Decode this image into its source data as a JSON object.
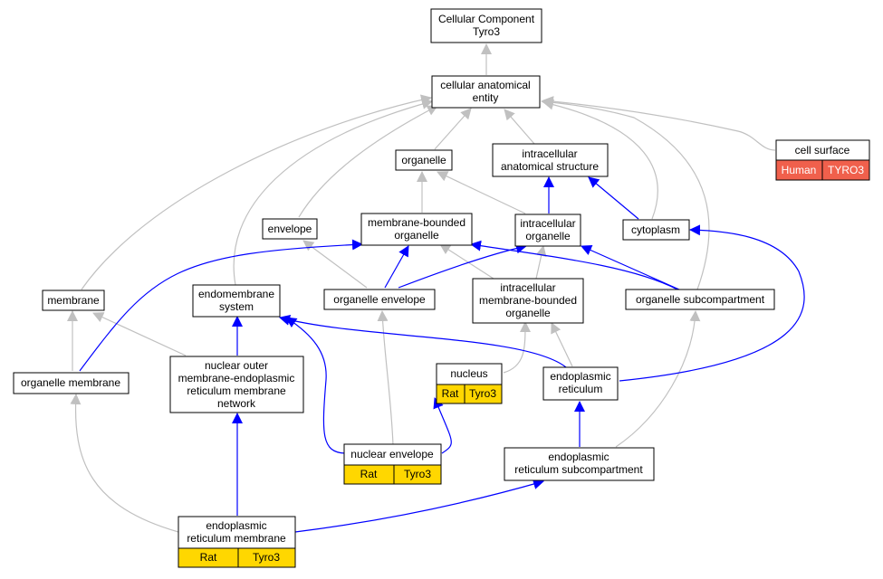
{
  "title": "Cellular Component Tyro3",
  "colors": {
    "grey_edge": "#c0c0c0",
    "blue_edge": "#0000ff",
    "human_tag": "#f0604c",
    "rat_tag": "#ffd700",
    "node_border": "#000000",
    "node_fill": "#ffffff"
  },
  "nodes": {
    "root": [
      "Cellular Component",
      "Tyro3"
    ],
    "cae": [
      "cellular anatomical",
      "entity"
    ],
    "organelle": [
      "organelle"
    ],
    "ias": [
      "intracellular",
      "anatomical structure"
    ],
    "cell_surface": [
      "cell surface"
    ],
    "envelope": [
      "envelope"
    ],
    "mbo": [
      "membrane-bounded",
      "organelle"
    ],
    "io": [
      "intracellular",
      "organelle"
    ],
    "cytoplasm": [
      "cytoplasm"
    ],
    "membrane": [
      "membrane"
    ],
    "endomembrane": [
      "endomembrane",
      "system"
    ],
    "org_env": [
      "organelle envelope"
    ],
    "imbo": [
      "intracellular",
      "membrane-bounded",
      "organelle"
    ],
    "org_sub": [
      "organelle subcompartment"
    ],
    "org_mem": [
      "organelle membrane"
    ],
    "nom": [
      "nuclear outer",
      "membrane-endoplasmic",
      "reticulum membrane",
      "network"
    ],
    "nucleus": [
      "nucleus"
    ],
    "er": [
      "endoplasmic",
      "reticulum"
    ],
    "nuc_env": [
      "nuclear envelope"
    ],
    "er_sub": [
      "endoplasmic",
      "reticulum subcompartment"
    ],
    "er_mem": [
      "endoplasmic",
      "reticulum membrane"
    ]
  },
  "tags": {
    "cell_surface": [
      "Human",
      "TYRO3"
    ],
    "nucleus": [
      "Rat",
      "Tyro3"
    ],
    "nuc_env": [
      "Rat",
      "Tyro3"
    ],
    "er_mem": [
      "Rat",
      "Tyro3"
    ]
  }
}
